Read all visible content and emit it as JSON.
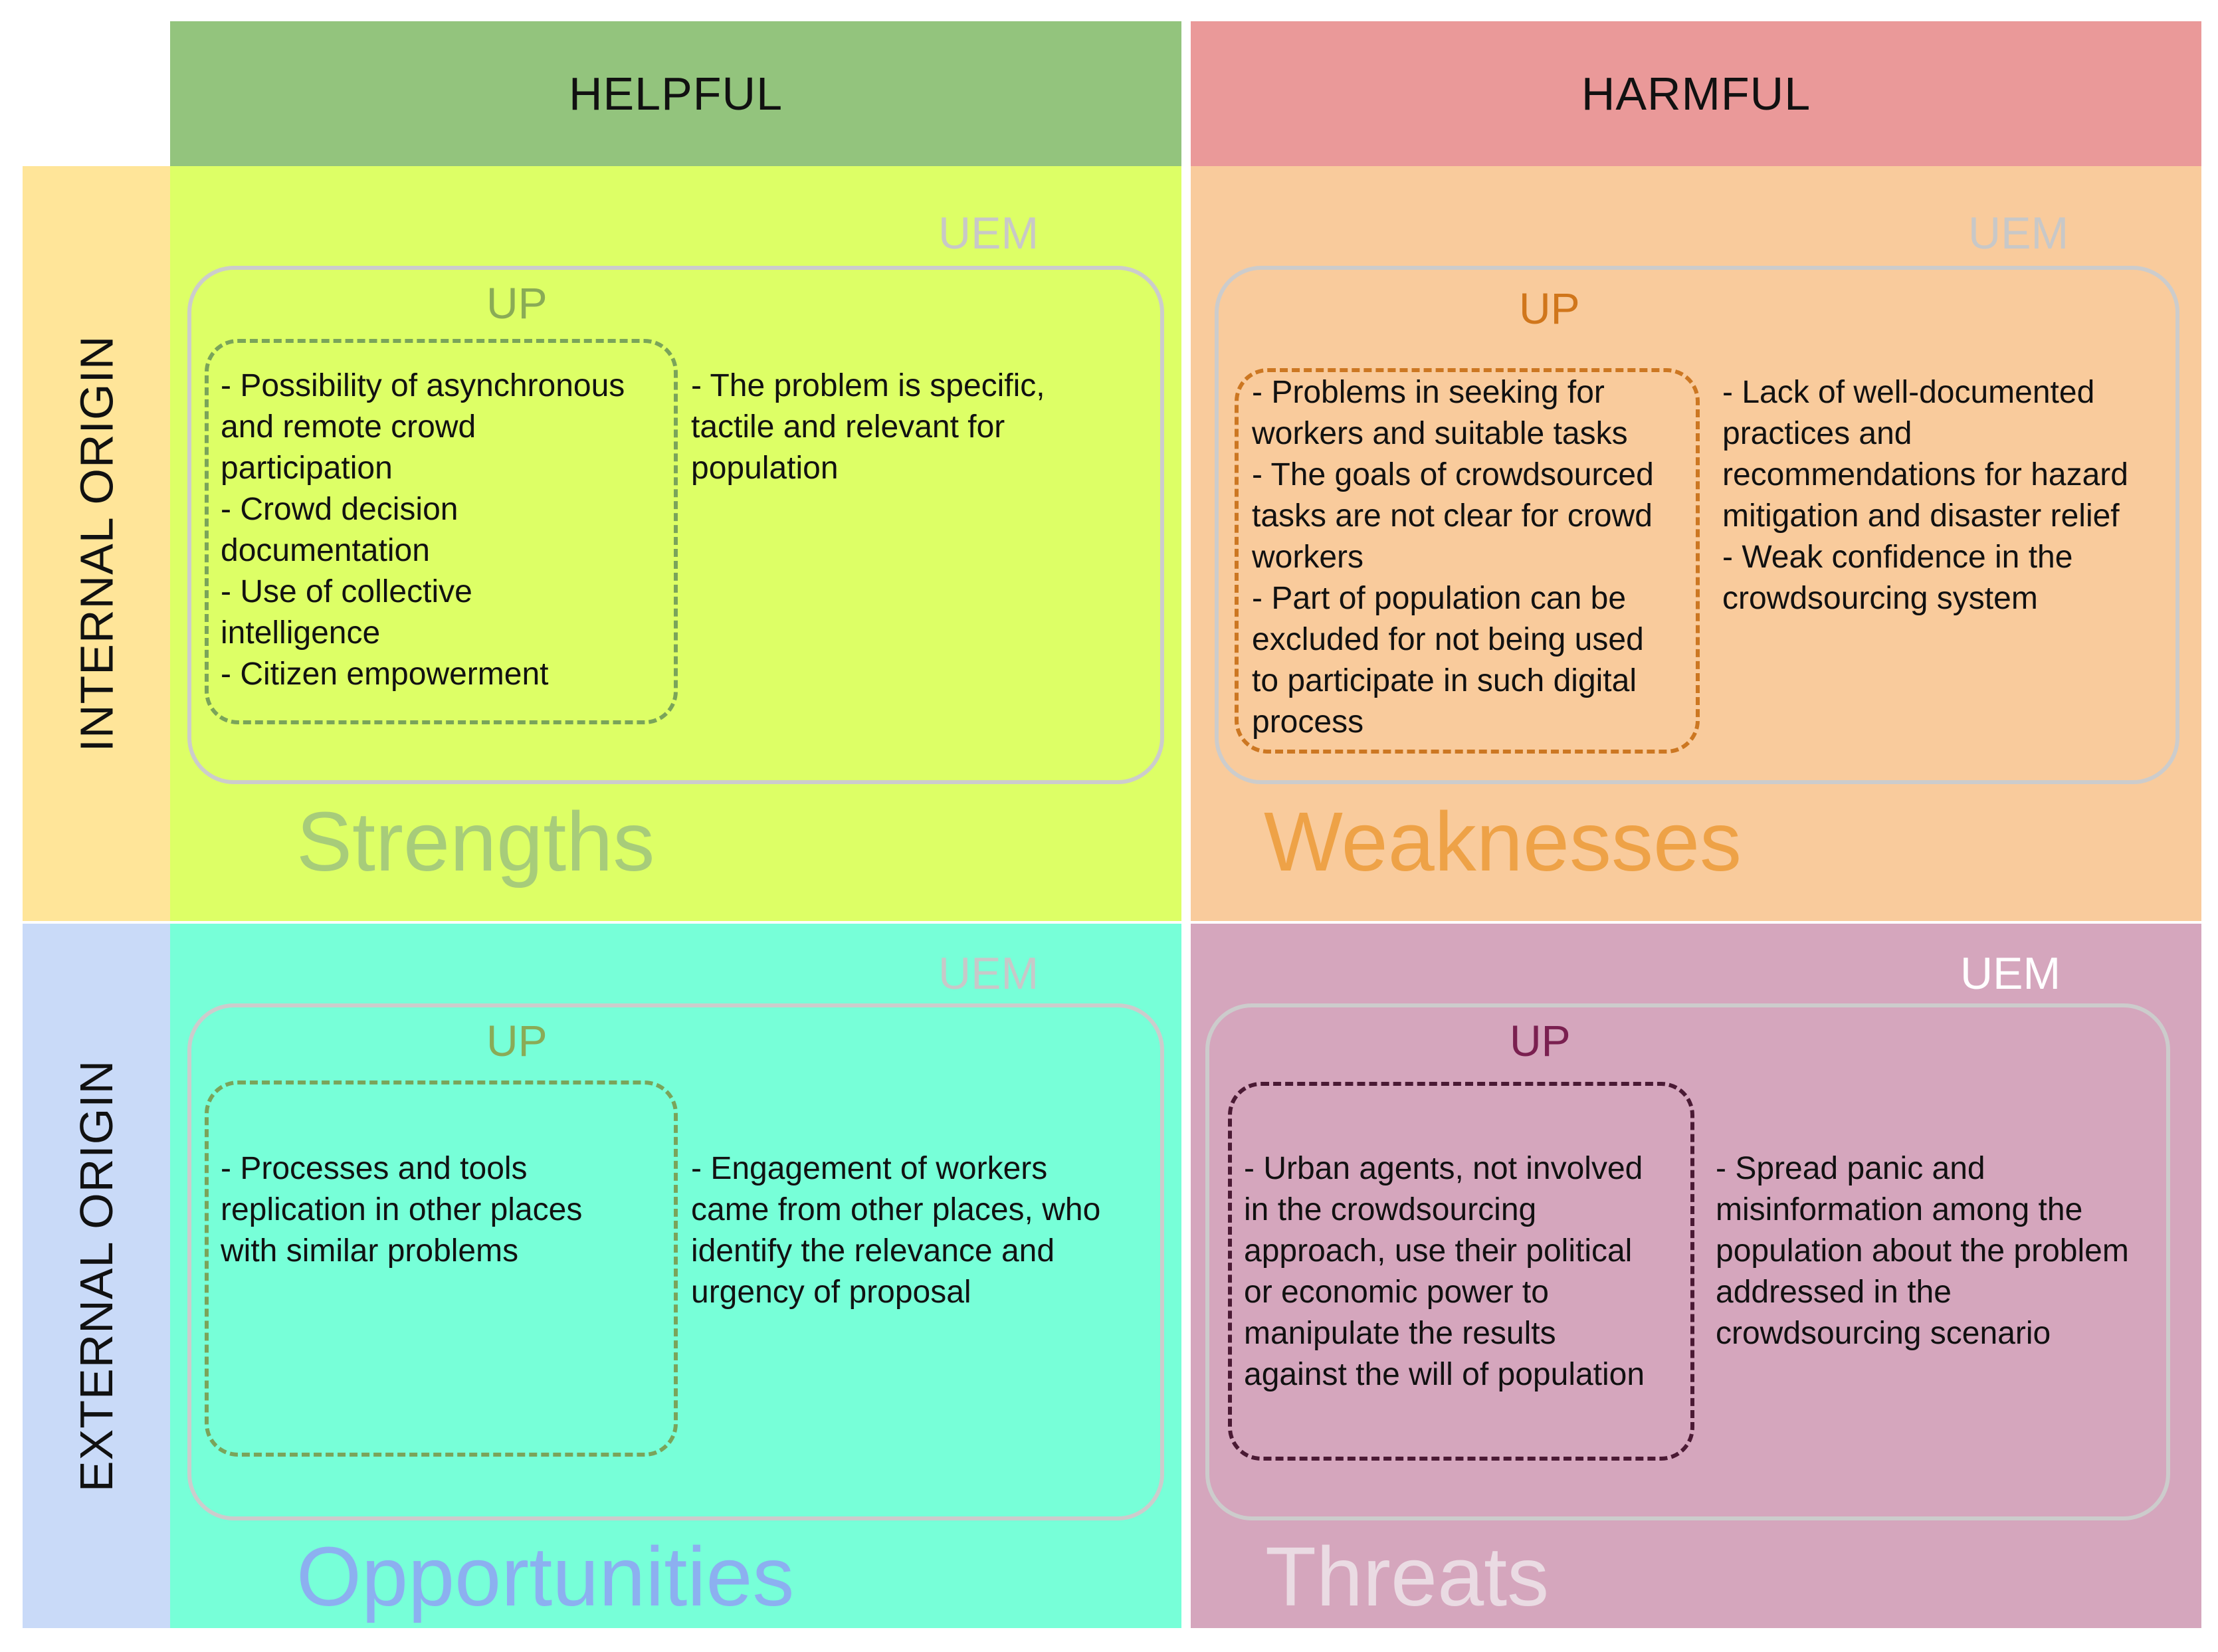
{
  "columns": {
    "helpful": "HELPFUL",
    "harmful": "HARMFUL"
  },
  "rows": {
    "internal": "INTERNAL ORIGIN",
    "external": "EXTERNAL ORIGIN"
  },
  "colors": {
    "helpful_header": "#93c47d",
    "harmful_header": "#ea9999",
    "internal_header": "#ffe599",
    "external_header": "#c9daf8",
    "strengths_bg": "#ddff66",
    "weaknesses_bg": "#f9cb9c",
    "opportunities_bg": "#77ffd8",
    "threats_bg": "#d5a6bd"
  },
  "quadrants": {
    "strengths": {
      "title": "Strengths",
      "uem_label": "UEM",
      "up_label": "UP",
      "up_items": [
        "- Possibility of asynchronous",
        "and remote crowd",
        "participation",
        "- Crowd decision",
        "documentation",
        "- Use of collective",
        "intelligence",
        "- Citizen empowerment"
      ],
      "uem_items": [
        "- The problem is specific,",
        "tactile and relevant for",
        "population"
      ]
    },
    "weaknesses": {
      "title": "Weaknesses",
      "uem_label": "UEM",
      "up_label": "UP",
      "up_items": [
        "- Problems in seeking for",
        "workers and suitable tasks",
        "- The goals of crowdsourced",
        "tasks are not clear for crowd",
        "workers",
        "- Part of population can be",
        "excluded for not being used",
        "to participate in such digital",
        "process"
      ],
      "uem_items": [
        "- Lack of well-documented",
        "practices and",
        "recommendations for hazard",
        "mitigation and disaster relief",
        "- Weak confidence in the",
        "crowdsourcing system"
      ]
    },
    "opportunities": {
      "title": "Opportunities",
      "uem_label": "UEM",
      "up_label": "UP",
      "up_items": [
        "- Processes and tools",
        "replication in other places",
        "with similar problems"
      ],
      "uem_items": [
        "- Engagement of workers",
        "came from other places, who",
        "identify the relevance and",
        "urgency of proposal"
      ]
    },
    "threats": {
      "title": "Threats",
      "uem_label": "UEM",
      "up_label": "UP",
      "up_items": [
        "- Urban agents, not involved",
        "in the crowdsourcing",
        "approach, use their political",
        "or economic power to",
        "manipulate the results",
        "against the will of population"
      ],
      "uem_items": [
        "- Spread panic and",
        "misinformation among the",
        "population about the problem",
        "addressed in the",
        "crowdsourcing scenario"
      ]
    }
  }
}
